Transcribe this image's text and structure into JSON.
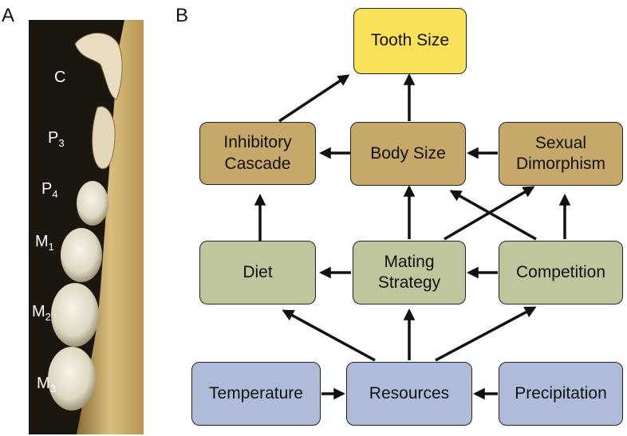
{
  "panels": {
    "a": "A",
    "b": "B"
  },
  "teeth": [
    {
      "base": "C",
      "sub": ""
    },
    {
      "base": "P",
      "sub": "3"
    },
    {
      "base": "P",
      "sub": "4"
    },
    {
      "base": "M",
      "sub": "1"
    },
    {
      "base": "M",
      "sub": "2"
    },
    {
      "base": "M",
      "sub": "3"
    }
  ],
  "nodes": {
    "tooth_size": "Tooth Size",
    "inhibitory_cascade": "Inhibitory\nCascade",
    "body_size": "Body Size",
    "sexual_dimorphism": "Sexual\nDimorphism",
    "diet": "Diet",
    "mating_strategy": "Mating\nStrategy",
    "competition": "Competition",
    "temperature": "Temperature",
    "resources": "Resources",
    "precipitation": "Precipitation"
  },
  "colors": {
    "top": "#fae15a",
    "upper_tier": "#c6a86a",
    "middle_tier": "#bfc69e",
    "bottom_tier": "#aebcda"
  }
}
